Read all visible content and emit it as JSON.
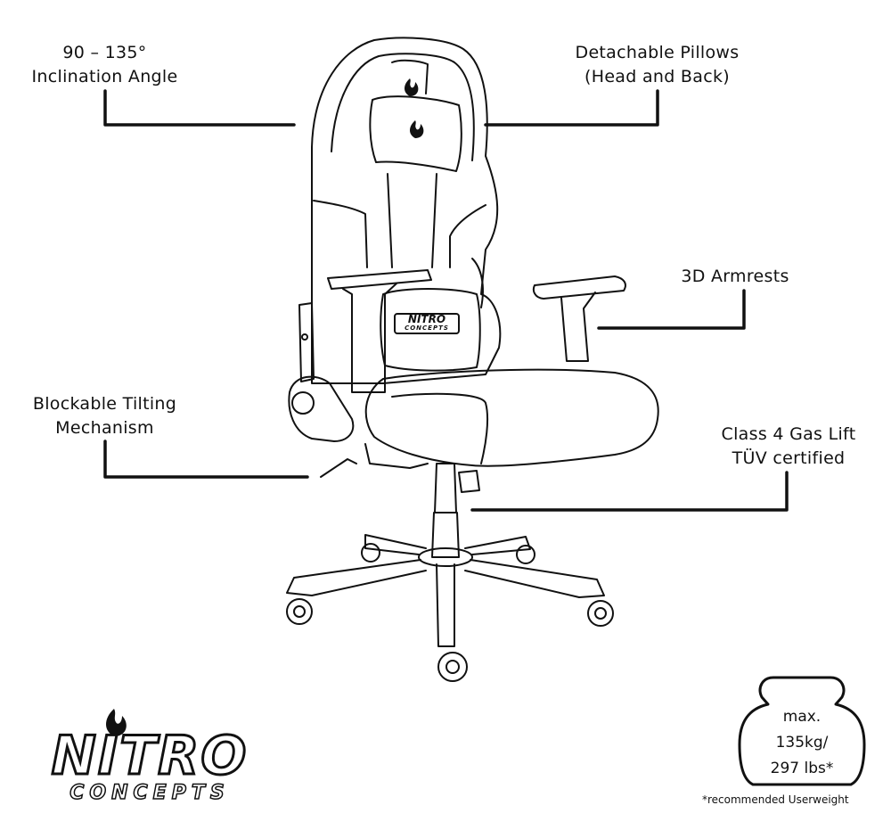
{
  "callouts": {
    "inclination": {
      "line1": "90 – 135°",
      "line2": "Inclination Angle"
    },
    "pillows": {
      "line1": "Detachable Pillows",
      "line2": "(Head and Back)"
    },
    "armrests": {
      "line1": "3D Armrests"
    },
    "tilting": {
      "line1": "Blockable Tilting",
      "line2": "Mechanism"
    },
    "gaslift": {
      "line1": "Class 4 Gas Lift",
      "line2": "TÜV certified"
    }
  },
  "chair_logo": {
    "brand": "NITRO",
    "sub": "CONCEPTS"
  },
  "weight": {
    "line1": "max.",
    "line2": "135kg/",
    "line3": "297 lbs*"
  },
  "footnote": "*recommended Userweight",
  "brand_logo": {
    "main": "NITRO",
    "sub": "CONCEPTS"
  },
  "colors": {
    "ink": "#111111",
    "background": "#ffffff"
  }
}
